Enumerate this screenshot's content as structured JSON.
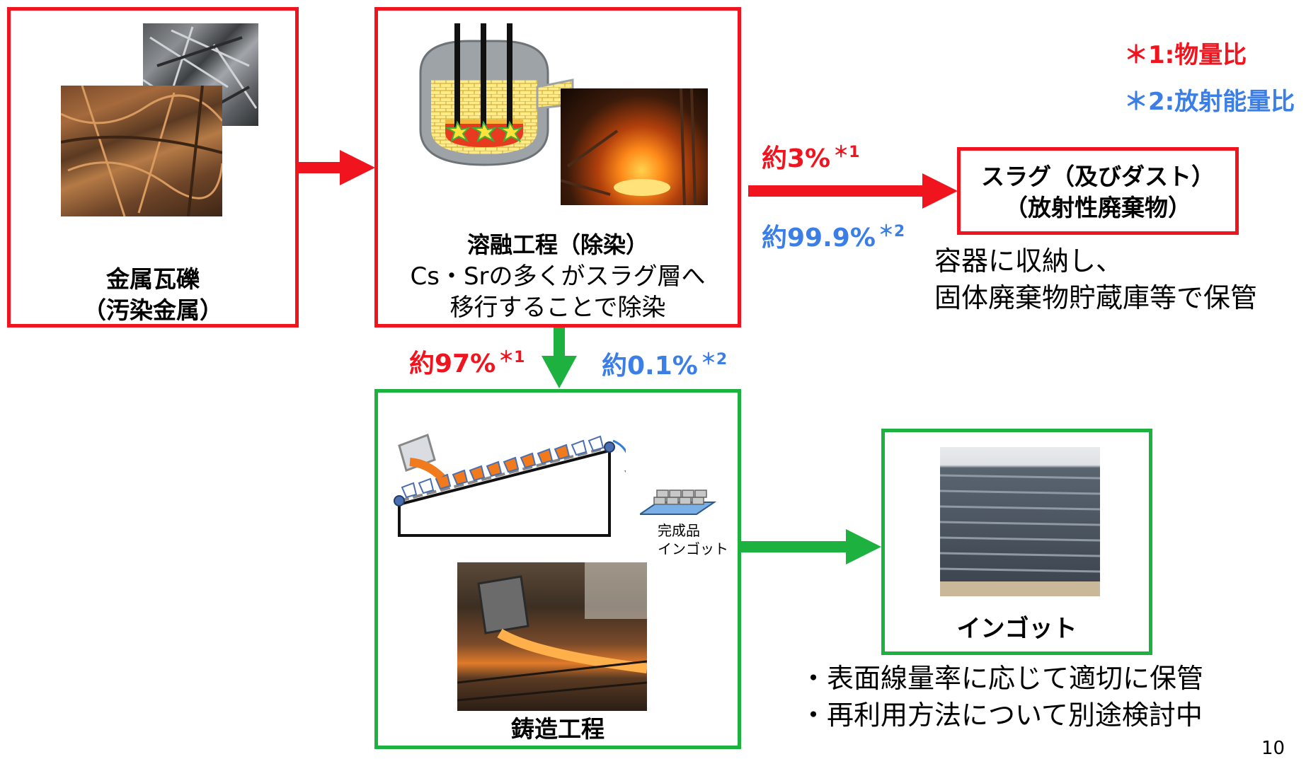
{
  "legend": {
    "item1": "＊1:物量比",
    "item2": "＊2:放射能量比"
  },
  "scrap_box": {
    "title": "金属瓦礫",
    "subtitle": "（汚染金属）"
  },
  "melting_box": {
    "title": "溶融工程（除染）",
    "line1": "Cs・Srの多くがスラグ層へ",
    "line2": "移行することで除染"
  },
  "slag_flow": {
    "mass_pct": "約3%",
    "mass_mark": "＊1",
    "activity_pct": "約99.9%",
    "activity_mark": "＊2"
  },
  "slag_box": {
    "line1": "スラグ（及びダスト）",
    "line2": "（放射性廃棄物）"
  },
  "slag_note": {
    "line1": "容器に収納し、",
    "line2": "固体廃棄物貯蔵庫等で保管"
  },
  "cast_flow": {
    "mass_pct": "約97%",
    "mass_mark": "＊1",
    "activity_pct": "約0.1%",
    "activity_mark": "＊2"
  },
  "casting_box": {
    "diagram_label1": "完成品",
    "diagram_label2": "インゴット",
    "title": "鋳造工程"
  },
  "ingot_box": {
    "title": "インゴット"
  },
  "ingot_note": {
    "line1": "・表面線量率に応じて適切に保管",
    "line2": "・再利用方法について別途検討中"
  },
  "page_number": "10",
  "colors": {
    "red": "#f0141e",
    "green": "#1db140",
    "blue": "#3a7ee6"
  }
}
